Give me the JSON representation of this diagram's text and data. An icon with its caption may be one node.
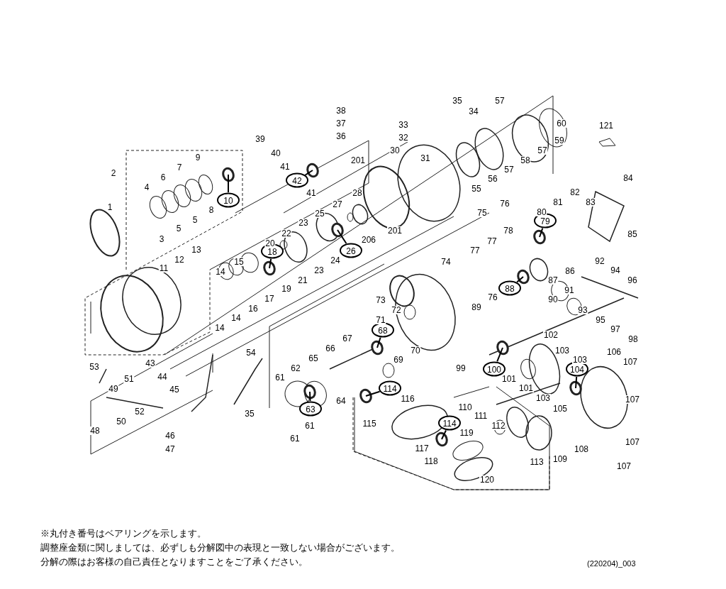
{
  "diagram": {
    "nodes": [
      {
        "text": [
          "10"
        ]
      },
      {
        "text": [
          "42"
        ]
      },
      {
        "text": [
          "18"
        ]
      },
      {
        "text": [
          "26"
        ]
      },
      {
        "text": [
          "79"
        ]
      },
      {
        "text": [
          "88"
        ]
      },
      {
        "text": [
          "68"
        ]
      },
      {
        "text": [
          "100"
        ]
      },
      {
        "text": [
          "104"
        ]
      },
      {
        "text": [
          "63"
        ]
      },
      {
        "text": [
          "114"
        ]
      },
      {
        "text": [
          "114"
        ]
      }
    ],
    "edges": [
      {
        "from": 0,
        "to": null,
        "arrow": "none"
      },
      {
        "from": 1,
        "to": null,
        "arrow": "none"
      },
      {
        "from": 2,
        "to": null,
        "arrow": "none"
      },
      {
        "from": 3,
        "to": null,
        "arrow": "none"
      },
      {
        "from": 4,
        "to": null,
        "arrow": "none"
      },
      {
        "from": 5,
        "to": null,
        "arrow": "none"
      },
      {
        "from": 6,
        "to": null,
        "arrow": "none"
      },
      {
        "from": 7,
        "to": null,
        "arrow": "none"
      },
      {
        "from": 8,
        "to": null,
        "arrow": "none"
      },
      {
        "from": 9,
        "to": null,
        "arrow": "none"
      },
      {
        "from": 10,
        "to": null,
        "arrow": "none"
      },
      {
        "from": 11,
        "to": null,
        "arrow": "none"
      }
    ],
    "labels": [
      "38",
      "35",
      "57",
      "37",
      "34",
      "60",
      "121",
      "33",
      "36",
      "39",
      "32",
      "59",
      "40",
      "57",
      "30",
      "9",
      "201",
      "58",
      "31",
      "7",
      "41",
      "57",
      "2",
      "6",
      "84",
      "56",
      "4",
      "55",
      "41",
      "28",
      "82",
      "76",
      "27",
      "81",
      "83",
      "1",
      "8",
      "75",
      "80",
      "25",
      "5",
      "5",
      "23",
      "201",
      "78",
      "85",
      "3",
      "22",
      "206",
      "77",
      "20",
      "13",
      "77",
      "12",
      "24",
      "92",
      "74",
      "15",
      "11",
      "23",
      "94",
      "86",
      "14",
      "21",
      "87",
      "96",
      "19",
      "91",
      "17",
      "76",
      "90",
      "73",
      "89",
      "16",
      "72",
      "93",
      "14",
      "95",
      "71",
      "14",
      "97",
      "102",
      "67",
      "98",
      "66",
      "70",
      "103",
      "106",
      "54",
      "65",
      "69",
      "103",
      "107",
      "43",
      "53",
      "99",
      "62",
      "44",
      "61",
      "51",
      "101",
      "49",
      "101",
      "45",
      "103",
      "116",
      "107",
      "64",
      "110",
      "105",
      "52",
      "35",
      "111",
      "50",
      "115",
      "61",
      "112",
      "48",
      "119",
      "46",
      "61",
      "107",
      "117",
      "108",
      "47",
      "109",
      "118",
      "113",
      "107",
      "120",
      "※丸付き番号はベアリングを示します。",
      "調整座金類に関しましては、必ずしも分解図中の表現と一致しない場合がございます。",
      "分解の際はお客様の自己責任となりますことをご了承ください。",
      "(220204)_003"
    ]
  }
}
